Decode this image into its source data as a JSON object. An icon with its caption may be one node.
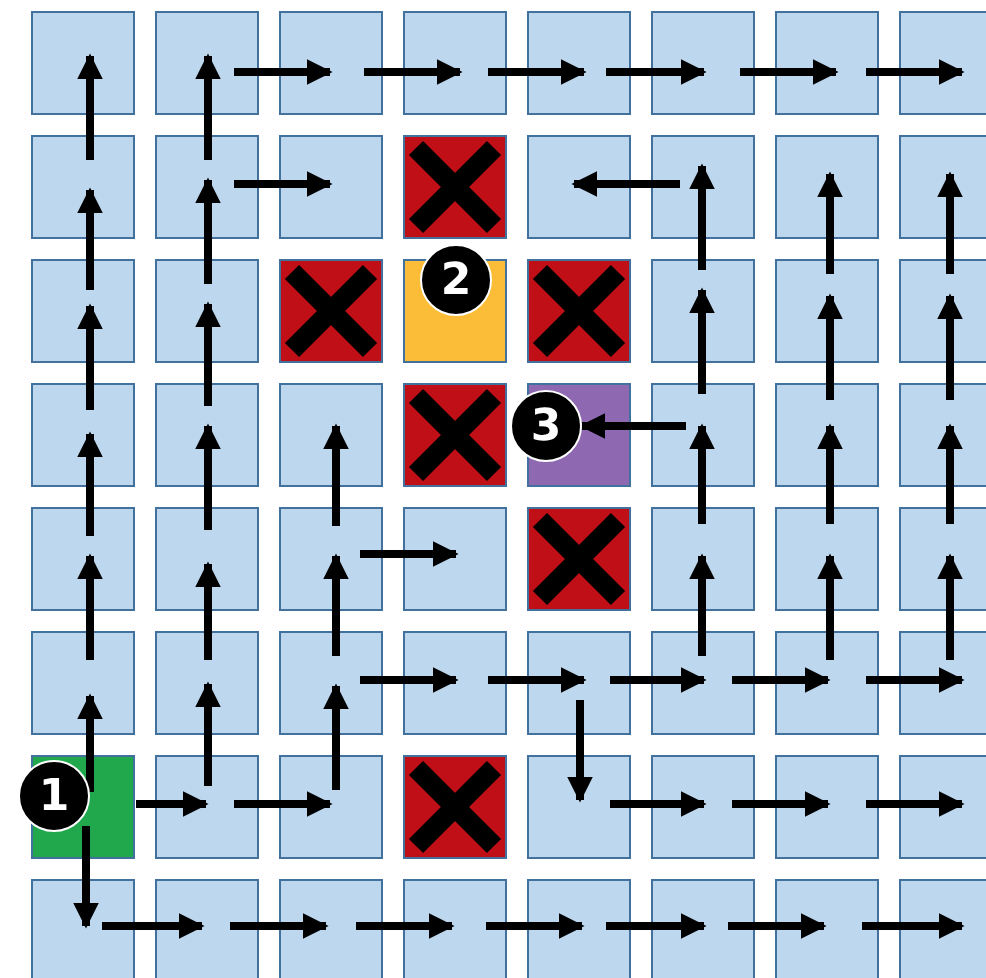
{
  "diagram": {
    "nodes": [
      {
        "text": [
          "1"
        ]
      },
      {
        "text": [
          "2"
        ]
      },
      {
        "text": [
          "3"
        ]
      }
    ],
    "edges": [
      {
        "from": null,
        "to": 2,
        "arrow": "to"
      }
    ]
  }
}
